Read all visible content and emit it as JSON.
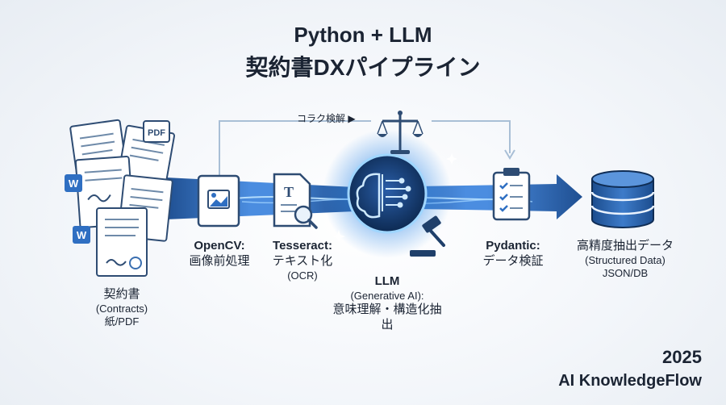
{
  "title": {
    "line1": "Python + LLM",
    "line2": "契約書DXパイプライン"
  },
  "feedback": {
    "label": "コラク検解 ▶"
  },
  "stages": {
    "contracts": {
      "name": "契約書",
      "en": "(Contracts)",
      "sub": "紙/PDF",
      "badge_pdf": "PDF",
      "badge_w": "W"
    },
    "opencv": {
      "name": "OpenCV:",
      "desc": "画像前処理"
    },
    "tesseract": {
      "name": "Tesseract:",
      "desc": "テキスト化",
      "sub": "(OCR)",
      "doc_letter": "T"
    },
    "llm": {
      "name": "LLM",
      "sub": "(Generative AI):",
      "desc": "意味理解・構造化抽出"
    },
    "pydantic": {
      "name": "Pydantic:",
      "desc": "データ検証"
    },
    "output": {
      "name": "高精度抽出データ",
      "sub": "(Structured Data)",
      "desc": "JSON/DB"
    }
  },
  "footer": {
    "year": "2025",
    "brand": "AI KnowledgeFlow"
  },
  "colors": {
    "accent": "#2f6fc2",
    "arrow": "#2c5fa3",
    "glow": "#4aa3ff",
    "dark": "#0f2d55"
  }
}
